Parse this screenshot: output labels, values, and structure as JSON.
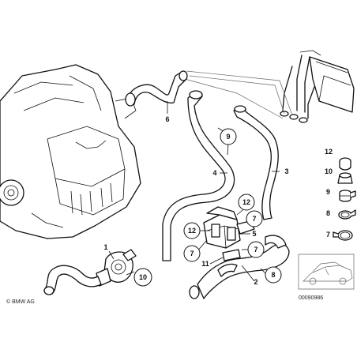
{
  "callouts": {
    "c1": "1",
    "c2": "2",
    "c3": "3",
    "c4": "4",
    "c5": "5",
    "c6": "6",
    "c7a": "7",
    "c7b": "7",
    "c7c": "7",
    "c8": "8",
    "c9": "9",
    "c10": "10",
    "c11": "11",
    "c12a": "12",
    "c12b": "12"
  },
  "legend": {
    "item12": "12",
    "item10": "10",
    "item9": "9",
    "item8": "8",
    "item7": "7"
  },
  "copyright": "© BMW AG",
  "doc_number": "00090986"
}
